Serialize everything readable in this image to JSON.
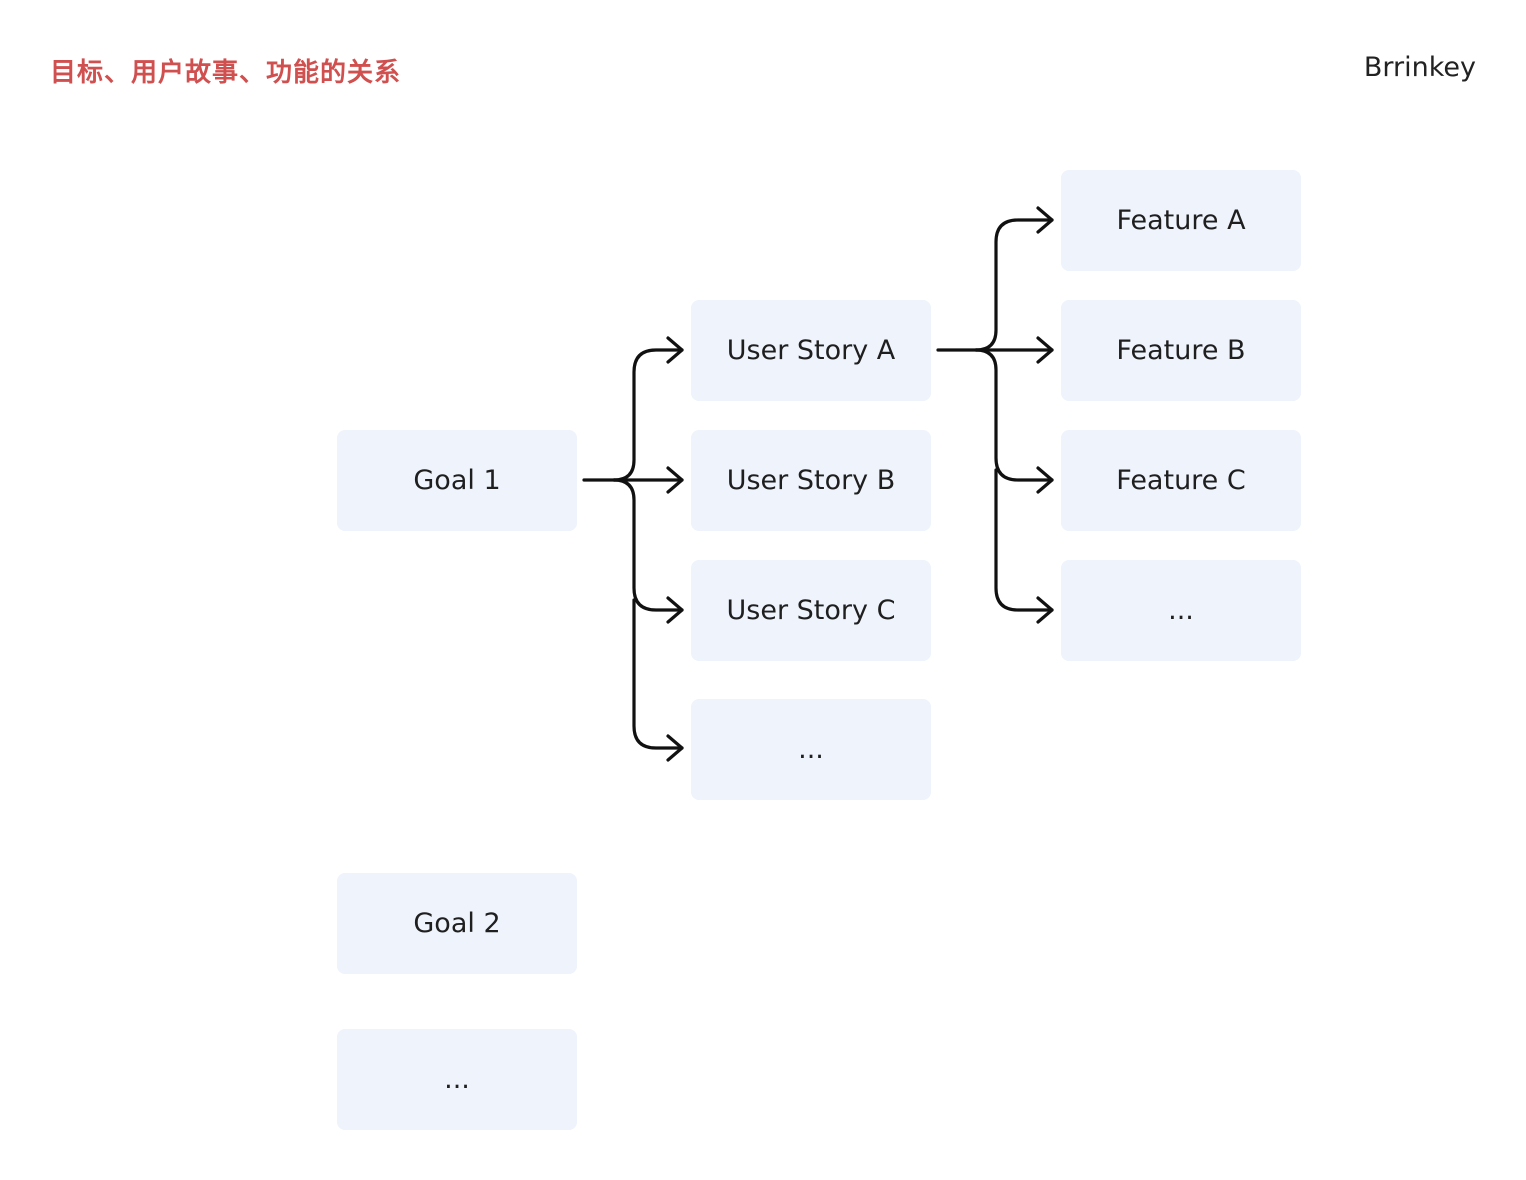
{
  "header": {
    "title": "目标、用户故事、功能的关系",
    "brand": "Brrinkey"
  },
  "colors": {
    "title": "#d05050",
    "node_fill": "#eef3fc",
    "connector": "#111111"
  },
  "goals": [
    {
      "label": "Goal 1"
    },
    {
      "label": "Goal 2"
    },
    {
      "label": "..."
    }
  ],
  "user_stories": [
    {
      "label": "User Story A"
    },
    {
      "label": "User Story B"
    },
    {
      "label": "User Story C"
    },
    {
      "label": "..."
    }
  ],
  "features": [
    {
      "label": "Feature A"
    },
    {
      "label": "Feature B"
    },
    {
      "label": "Feature C"
    },
    {
      "label": "..."
    }
  ]
}
